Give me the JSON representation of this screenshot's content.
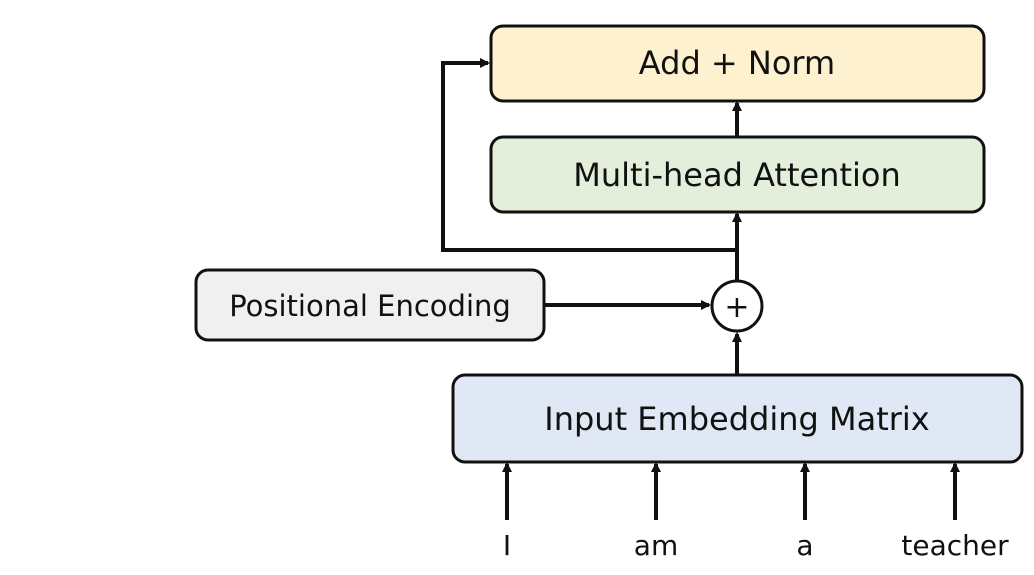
{
  "blocks": {
    "add_norm": {
      "label": "Add + Norm",
      "fill": "#fdf1d0"
    },
    "attention": {
      "label": "Multi-head Attention",
      "fill": "#e3eedb"
    },
    "positional": {
      "label": "Positional Encoding",
      "fill": "#f0f0f0"
    },
    "embedding": {
      "label": "Input Embedding Matrix",
      "fill": "#dfe8f4"
    }
  },
  "operator": {
    "symbol": "+"
  },
  "tokens": [
    "I",
    "am",
    "a",
    "teacher"
  ],
  "colors": {
    "stroke": "#111111",
    "background": "#ffffff"
  }
}
